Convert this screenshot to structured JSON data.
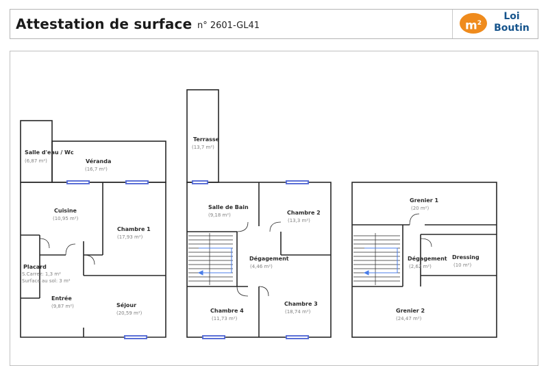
{
  "header": {
    "title": "Attestation de surface",
    "certificate": "n° 2601-GL41",
    "logo_mark": "m",
    "logo_mark_sup": "2",
    "logo_line1": "Loi",
    "logo_line2": "Boutin"
  },
  "colors": {
    "wall": "#262626",
    "window": "#5a6fd6",
    "stair_arrow": "#4a7de8",
    "logo_orange": "#ef8b1d",
    "logo_blue": "#16548c"
  },
  "rooms": {
    "salle_eau": {
      "name": "Salle d'eau / Wc",
      "area": "(6,87 m²)"
    },
    "veranda": {
      "name": "Véranda",
      "area": "(16,7 m²)"
    },
    "cuisine": {
      "name": "Cuisine",
      "area": "(10,95 m²)"
    },
    "chambre1": {
      "name": "Chambre 1",
      "area": "(17,93 m²)"
    },
    "placard": {
      "name": "Placard",
      "area_line1": "S.Carrez: 1,3 m²",
      "area_line2": "Surface au sol: 3 m²"
    },
    "entree": {
      "name": "Entrée",
      "area": "(9,87 m²)"
    },
    "sejour": {
      "name": "Séjour",
      "area": "(20,59 m²)"
    },
    "terrasse": {
      "name": "Terrasse",
      "area": "(13,7 m²)"
    },
    "salle_bain": {
      "name": "Salle de Bain",
      "area": "(9,18 m²)"
    },
    "chambre2": {
      "name": "Chambre 2",
      "area": "(13,3 m²)"
    },
    "degagement1": {
      "name": "Dégagement",
      "area": "(4,46 m²)"
    },
    "chambre4": {
      "name": "Chambre 4",
      "area": "(11,73 m²)"
    },
    "chambre3": {
      "name": "Chambre 3",
      "area": "(18,74 m²)"
    },
    "grenier1": {
      "name": "Grenier 1",
      "area": "(20 m²)"
    },
    "degagement2": {
      "name": "Dégagement",
      "area": "(2,62 m²)"
    },
    "dressing": {
      "name": "Dressing",
      "area": "(10 m²)"
    },
    "grenier2": {
      "name": "Grenier 2",
      "area": "(24,47 m²)"
    }
  }
}
